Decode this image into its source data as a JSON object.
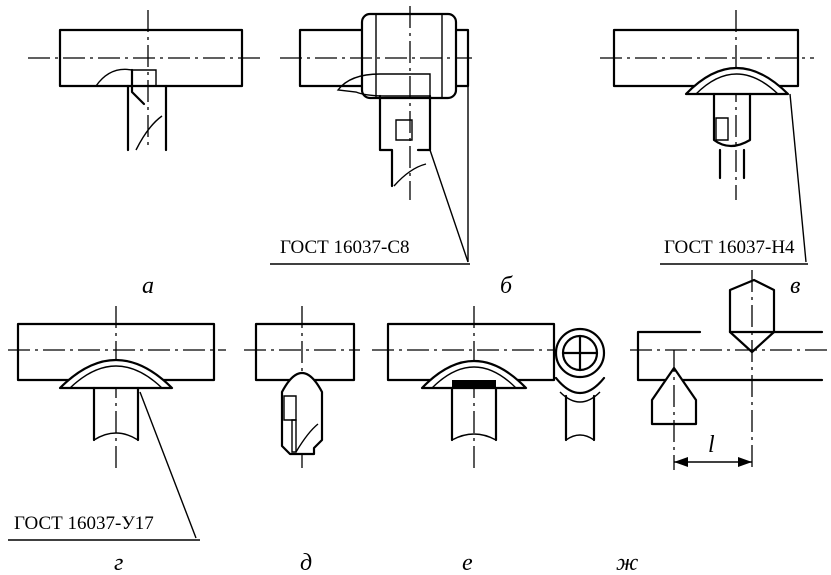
{
  "labels": {
    "gost_c8": "ГОСТ 16037-С8",
    "gost_h4": "ГОСТ 16037-Н4",
    "gost_u17": "ГОСТ 16037-У17",
    "dim_l": "l"
  },
  "captions": {
    "a": "а",
    "b": "б",
    "v": "в",
    "g": "г",
    "d": "д",
    "e": "е",
    "zh": "ж"
  }
}
